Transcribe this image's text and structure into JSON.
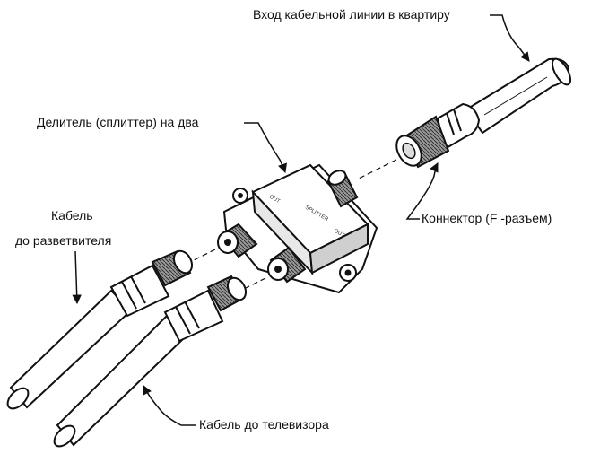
{
  "labels": {
    "cable_entry": "Вход кабельной линии в квартиру",
    "splitter": "Делитель (сплиттер)  на два",
    "connector": "Коннектор (F -разъем)",
    "cable_to_splitter_line1": "Кабель",
    "cable_to_splitter_line2": "до разветвителя",
    "cable_to_tv": "Кабель до телевизора"
  },
  "icons": {
    "splitter": "splitter-icon",
    "connector": "f-connector-icon",
    "cable": "coax-cable-icon"
  },
  "colors": {
    "line": "#111111",
    "fill": "#ffffff",
    "shade": "#7a7a7a"
  }
}
